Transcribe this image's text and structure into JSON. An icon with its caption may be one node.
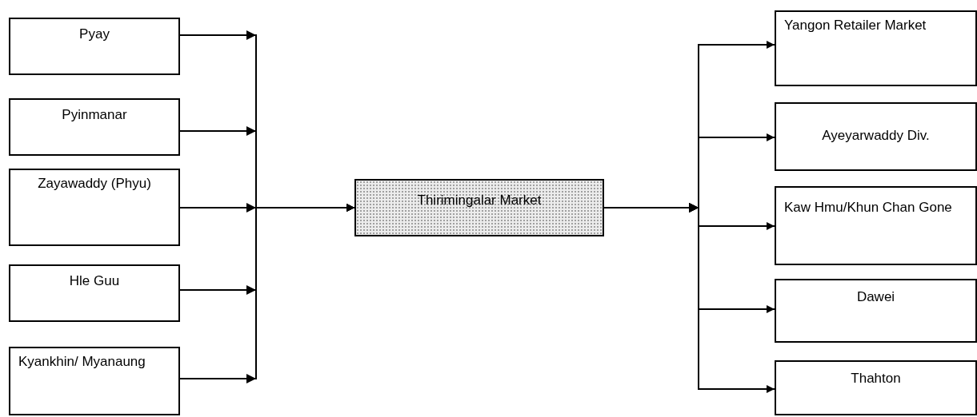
{
  "diagram": {
    "nodes": [
      {
        "text": [
          "Pyay"
        ]
      },
      {
        "text": [
          "Pyinmanar"
        ]
      },
      {
        "text": [
          "Zayawaddy (Phyu)"
        ]
      },
      {
        "text": [
          "Hle Guu"
        ]
      },
      {
        "text": [
          "Kyankhin/ Myanaung"
        ]
      },
      {
        "text": [
          "Thirimingalar Market"
        ]
      },
      {
        "text": [
          "Yangon Retailer Market"
        ]
      },
      {
        "text": [
          "Ayeyarwaddy Div."
        ]
      },
      {
        "text": [
          "Kaw Hmu/Khun Chan Gone"
        ]
      },
      {
        "text": [
          "Dawei"
        ]
      },
      {
        "text": [
          "Thahton"
        ]
      }
    ],
    "edges": [
      {
        "from": 0,
        "to": 5,
        "arrow": "to"
      },
      {
        "from": 1,
        "to": 5,
        "arrow": "to"
      },
      {
        "from": 2,
        "to": 5,
        "arrow": "to"
      },
      {
        "from": 3,
        "to": 5,
        "arrow": "to"
      },
      {
        "from": 4,
        "to": 5,
        "arrow": "to"
      },
      {
        "from": 5,
        "to": 6,
        "arrow": "to"
      },
      {
        "from": 5,
        "to": 7,
        "arrow": "to"
      },
      {
        "from": 5,
        "to": 8,
        "arrow": "to"
      },
      {
        "from": 5,
        "to": 9,
        "arrow": "to"
      },
      {
        "from": 5,
        "to": 10,
        "arrow": "to"
      }
    ]
  }
}
